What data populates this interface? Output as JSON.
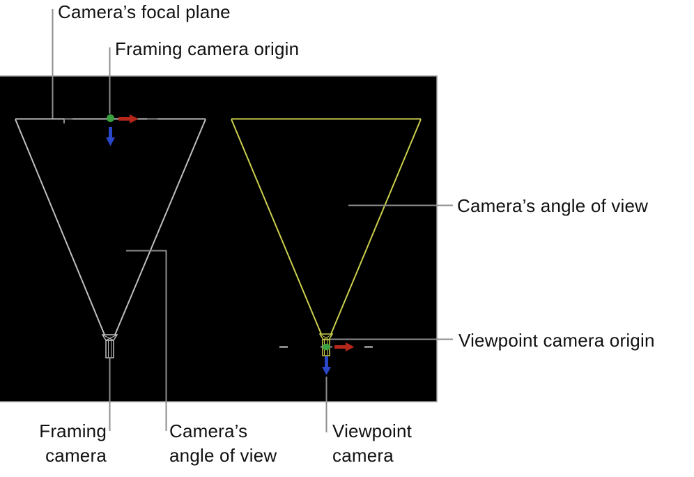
{
  "figure": {
    "description_labels": {
      "focal_plane": "Camera’s focal plane",
      "framing_origin": "Framing camera origin",
      "angle_right": "Camera’s angle of view",
      "viewpoint_origin": "Viewpoint camera origin",
      "framing_camera": {
        "line1": "Framing",
        "line2": "camera"
      },
      "angle_bottom": {
        "line1": "Camera’s",
        "line2": "angle of view"
      },
      "viewpoint_camera": {
        "line1": "Viewpoint",
        "line2": "camera"
      }
    }
  },
  "colors": {
    "framing_frustum": "#bfbfbf",
    "framing_frustum_dim": "#8a8a8a",
    "viewpoint_frustum": "#cbd04c",
    "axis_x": "#b5271b",
    "axis_y": "#2a46c9",
    "origin_dot": "#3aa13f",
    "origin_tick": "#d0d0d0",
    "callout": "#8e8e8e",
    "handle_dash": "#a6a6a6",
    "viewport_bg": "#000000",
    "viewport_border": "#9a9a9a",
    "label_text": "#111111"
  }
}
